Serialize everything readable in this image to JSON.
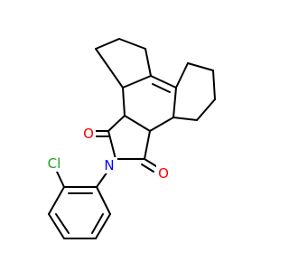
{
  "molecule": {
    "atoms": {
      "chlorine": {
        "label": "Cl",
        "color": "#1fa01f"
      },
      "nitrogen": {
        "label": "N",
        "color": "#0000ff"
      },
      "oxygen_upper": {
        "label": "O",
        "color": "#ff0000"
      },
      "oxygen_lower": {
        "label": "O",
        "color": "#ff0000"
      }
    },
    "bond_color": "#000000",
    "background": "#ffffff"
  }
}
